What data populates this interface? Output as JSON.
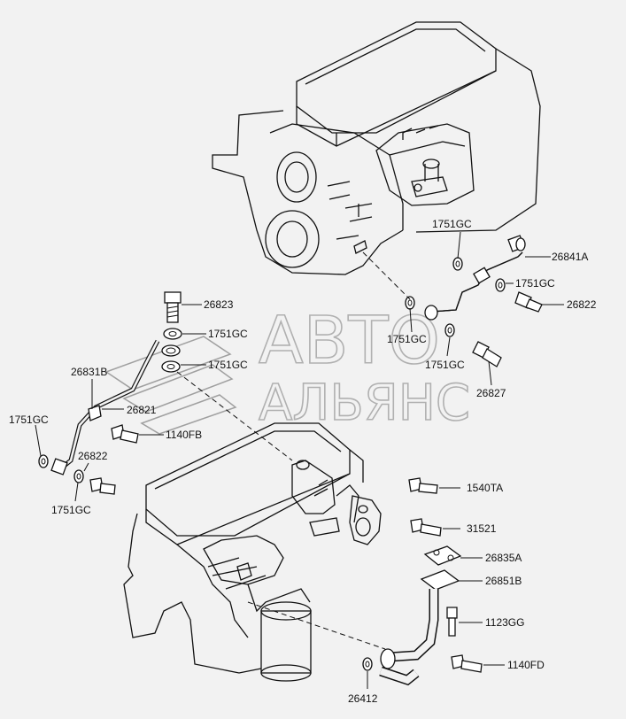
{
  "watermark": {
    "line1": "АВТО",
    "line2": "АЛЬЯНС"
  },
  "part_labels": {
    "p26841A": "26841A",
    "p1751GC_top": "1751GC",
    "p1751GC_right": "1751GC",
    "p26822_right": "26822",
    "p1751GC_mid_left": "1751GC",
    "p1751GC_mid_right": "1751GC",
    "p26827": "26827",
    "p26823": "26823",
    "p1751GC_a": "1751GC",
    "p1751GC_b": "1751GC",
    "p26831B": "26831B",
    "p26821": "26821",
    "p1751GC_left": "1751GC",
    "p1140FB": "1140FB",
    "p26822_left": "26822",
    "p1751GC_bottom_left": "1751GC",
    "p1540TA": "1540TA",
    "p31521": "31521",
    "p26835A": "26835A",
    "p26851B": "26851B",
    "p1123GG": "1123GG",
    "p1140FD": "1140FD",
    "p26412": "26412"
  }
}
